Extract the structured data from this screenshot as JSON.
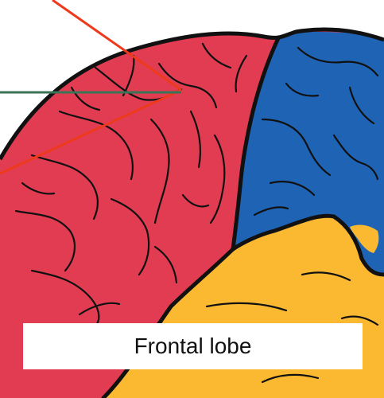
{
  "label": {
    "text": "Frontal lobe"
  },
  "regions": [
    {
      "name": "frontal-lobe",
      "color": "#e23c52"
    },
    {
      "name": "parietal-lobe",
      "color": "#1f63b5"
    },
    {
      "name": "temporal-lobe",
      "color": "#fbb931"
    }
  ],
  "pointer_lines": [
    {
      "name": "red-pointer",
      "color": "#ee3a1c"
    },
    {
      "name": "green-pointer",
      "color": "#3a7355"
    }
  ],
  "outline_color": "#111111"
}
